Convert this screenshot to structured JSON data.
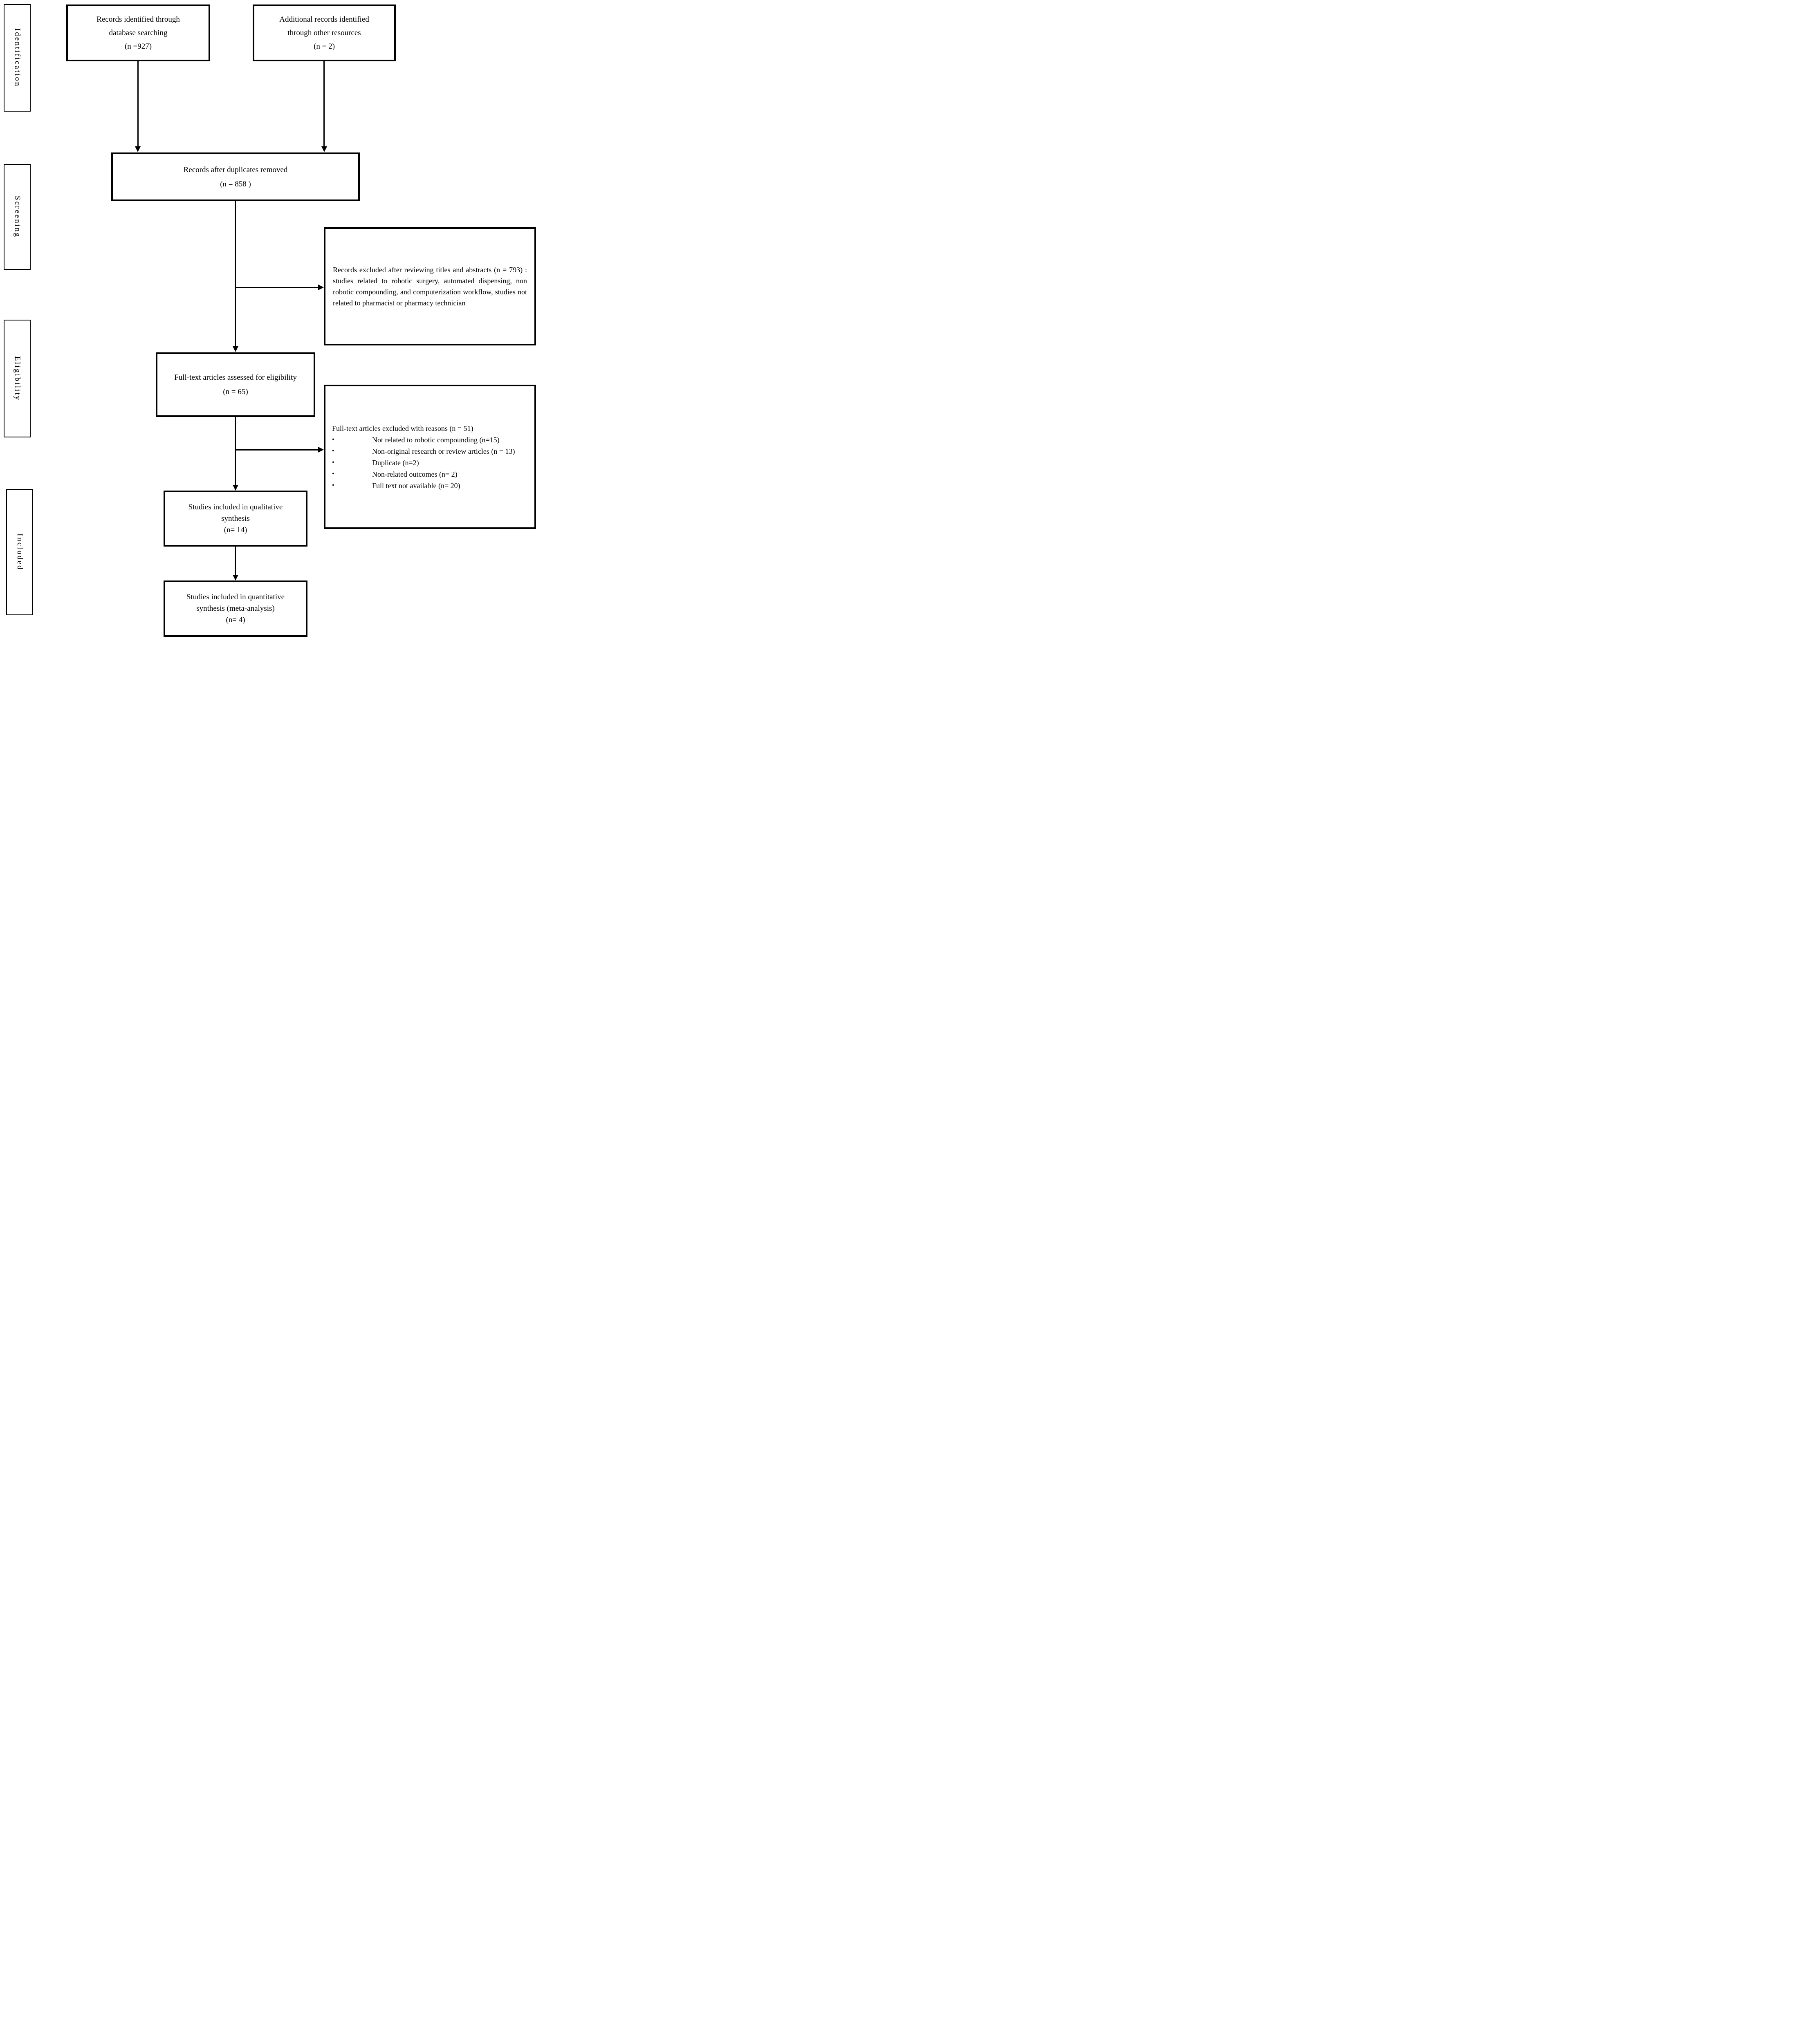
{
  "palette": {
    "ink": "#000000",
    "paper": "#ffffff"
  },
  "glyphs": {
    "bullet": "•"
  },
  "sidebar": {
    "stages": [
      {
        "label": "Identification"
      },
      {
        "label": "Screening"
      },
      {
        "label": "Eligibility"
      },
      {
        "label": "Included"
      }
    ]
  },
  "flow": {
    "identified": {
      "lines": [
        "Records identified through",
        "database searching",
        "(n =927)"
      ]
    },
    "additional": {
      "lines": [
        "Additional records identified",
        "through other resources",
        "(n = 2)"
      ]
    },
    "deduplicated": {
      "lines": [
        "Records after duplicates removed",
        "(n = 858 )"
      ]
    },
    "screening_exclusion": {
      "text": "Records excluded after reviewing titles and abstracts (n = 793) : studies related to robotic surgery, automated dispensing, non robotic compounding, and computerization workflow, studies not related to pharmacist or pharmacy technician"
    },
    "fulltext_assessed": {
      "lines": [
        "Full-text articles assessed for eligibility",
        "(n = 65)"
      ]
    },
    "fulltext_exclusion": {
      "header": "Full-text articles excluded with reasons (n = 51)",
      "bullets": [
        "Not related to robotic compounding (n=15)",
        "Non-original research or review articles (n = 13)",
        "Duplicate (n=2)",
        "Non-related outcomes (n= 2)",
        "Full text not available (n= 20)"
      ]
    },
    "qualitative": {
      "lines": [
        "Studies included in qualitative",
        "synthesis",
        "(n= 14)"
      ]
    },
    "quantitative": {
      "lines": [
        "Studies included in quantitative",
        "synthesis (meta-analysis)",
        "(n= 4)"
      ]
    }
  }
}
